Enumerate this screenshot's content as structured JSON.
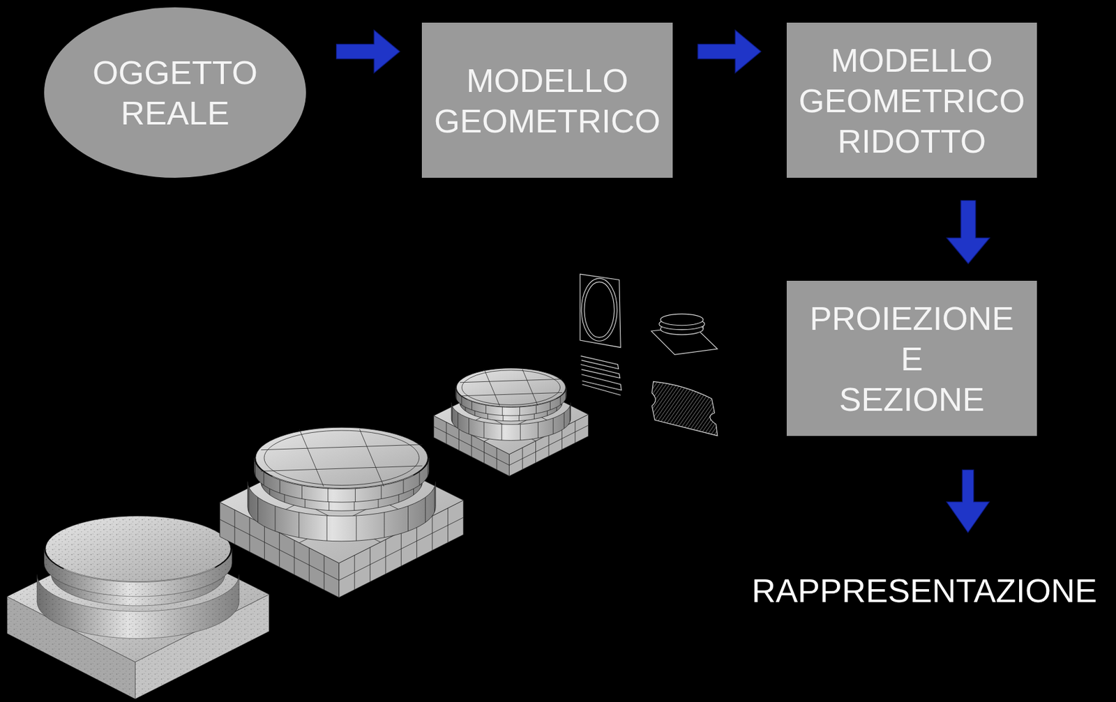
{
  "diagram": {
    "nodes": [
      {
        "text": [
          "OGGETTO REALE"
        ]
      },
      {
        "text": [
          "MODELLO GEOMETRICO"
        ]
      },
      {
        "text": [
          "MODELLO GEOMETRICO RIDOTTO"
        ]
      },
      {
        "text": [
          "PROIEZIONE E SEZIONE"
        ]
      }
    ],
    "edges": [
      {
        "from": 0,
        "to": 1,
        "arrow": "to"
      },
      {
        "from": 1,
        "to": 2,
        "arrow": "to"
      },
      {
        "from": 2,
        "to": 3,
        "arrow": "to"
      }
    ],
    "labels": [
      "RAPPRESENTAZIONE"
    ]
  }
}
